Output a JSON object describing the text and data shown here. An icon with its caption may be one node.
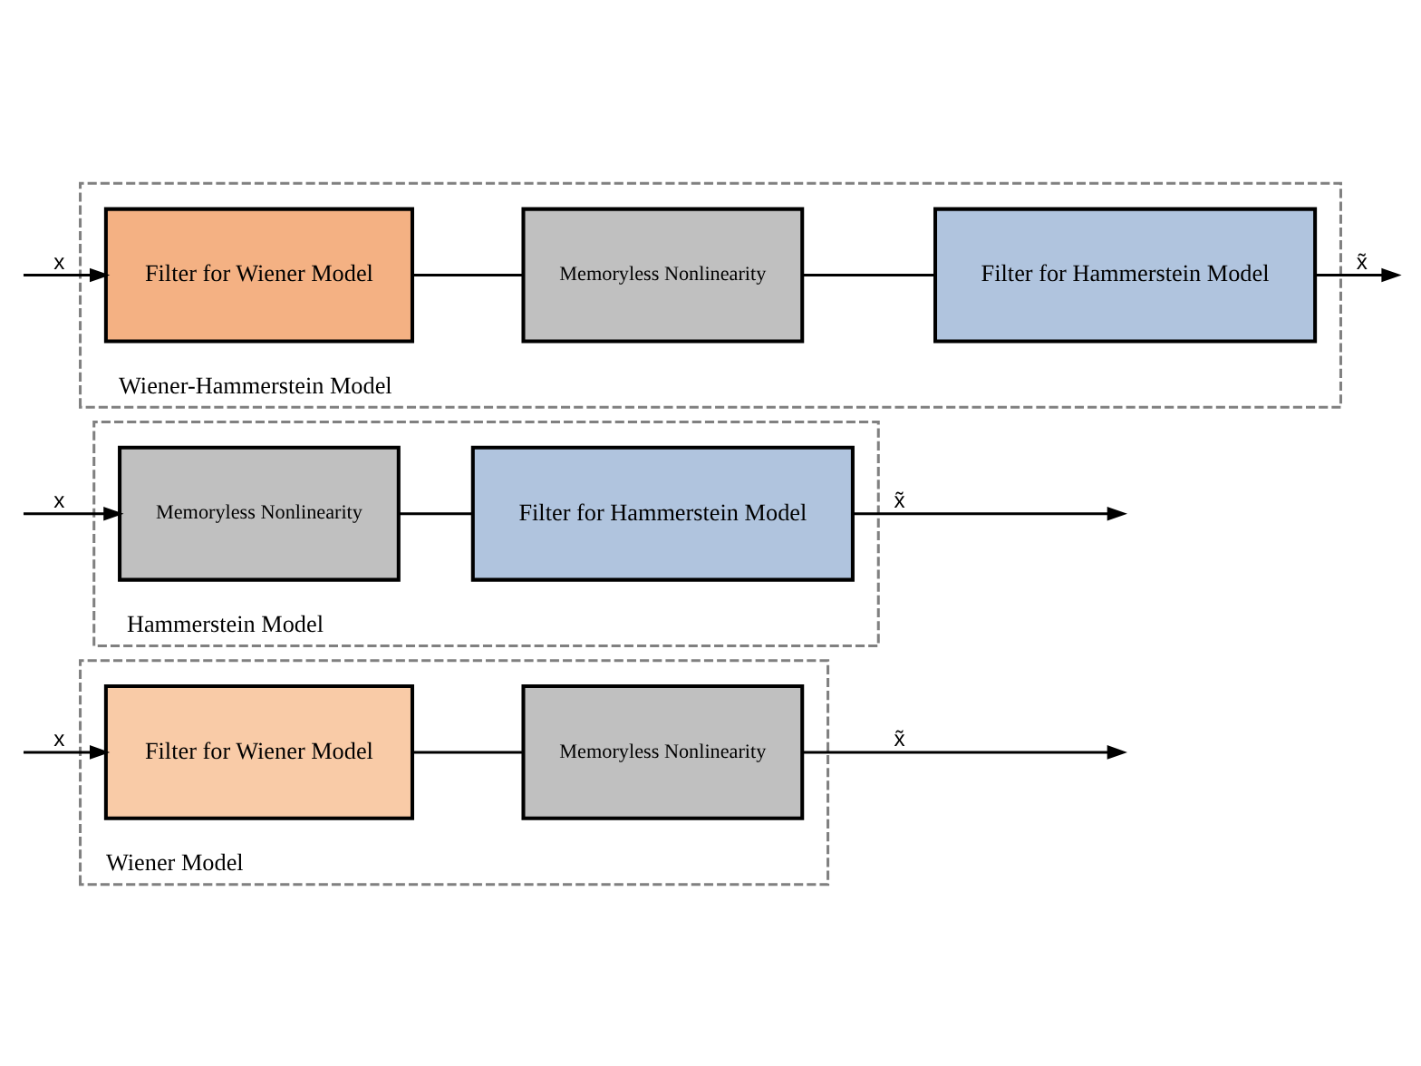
{
  "diagram": {
    "nodes": [
      {
        "text": [
          "Wiener Model"
        ]
      },
      {
        "text": [
          "Filter for Wiener Model"
        ],
        "in": 0
      },
      {
        "text": [
          "Memoryless Nonlinearity"
        ],
        "in": 0
      },
      {
        "text": [
          "Hammerstein Model"
        ]
      },
      {
        "text": [
          "Memoryless Nonlinearity"
        ],
        "in": 3
      },
      {
        "text": [
          "Filter for Hammerstein Model"
        ],
        "in": 3
      },
      {
        "text": [
          "Wiener-Hammerstein Model"
        ]
      },
      {
        "text": [
          "Filter for Wiener Model"
        ],
        "in": 6
      },
      {
        "text": [
          "Memoryless Nonlinearity"
        ],
        "in": 6
      },
      {
        "text": [
          "Filter for Hammerstein Model"
        ],
        "in": 6
      }
    ],
    "edges": [
      {
        "from": null,
        "to": 1,
        "arrow": "to",
        "label": "x"
      },
      {
        "from": 1,
        "to": 2,
        "arrow": "none"
      },
      {
        "from": 2,
        "to": null,
        "arrow": "to",
        "label": "x̃"
      },
      {
        "from": null,
        "to": 4,
        "arrow": "to",
        "label": "x"
      },
      {
        "from": 4,
        "to": 5,
        "arrow": "none"
      },
      {
        "from": 5,
        "to": null,
        "arrow": "to",
        "label": "x̃"
      },
      {
        "from": null,
        "to": 7,
        "arrow": "to",
        "label": "x"
      },
      {
        "from": 7,
        "to": 8,
        "arrow": "none"
      },
      {
        "from": 8,
        "to": 9,
        "arrow": "none"
      },
      {
        "from": 9,
        "to": null,
        "arrow": "to",
        "label": "x̃"
      }
    ]
  }
}
